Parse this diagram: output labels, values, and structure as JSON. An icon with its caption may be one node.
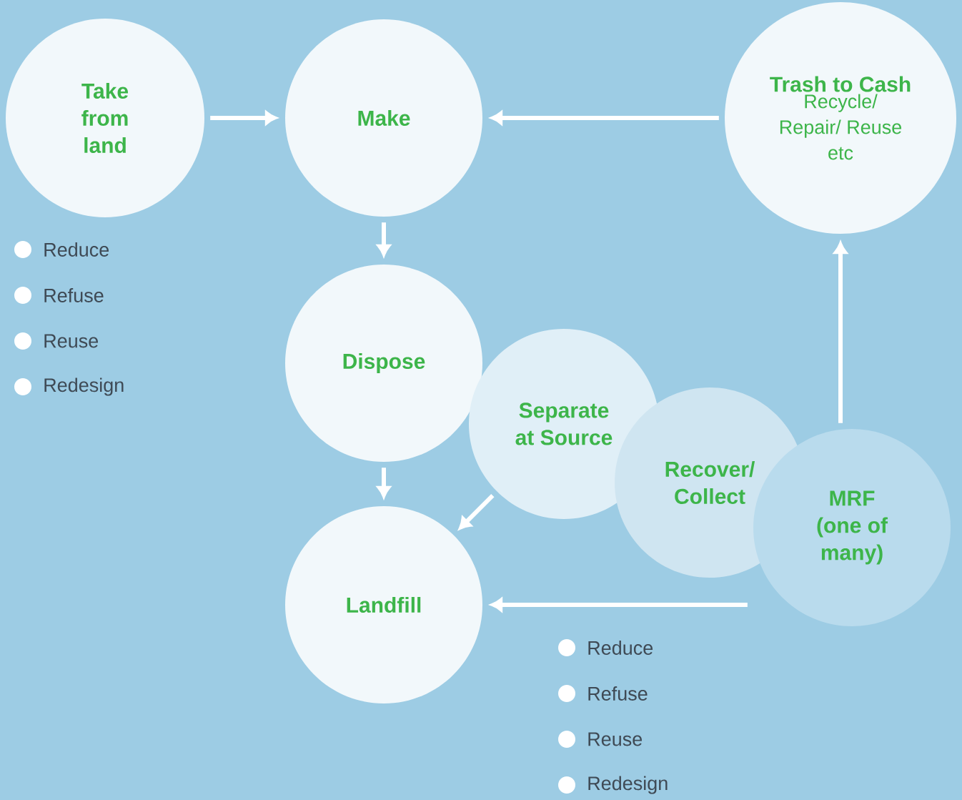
{
  "diagram": {
    "nodes": [
      {
        "text": [
          "Take from land"
        ]
      },
      {
        "text": [
          "Make"
        ]
      },
      {
        "text": [
          "Trash to Cash",
          "Recycle/ Repair/ Reuse etc"
        ]
      },
      {
        "text": [
          "Dispose"
        ]
      },
      {
        "text": [
          "Separate at Source"
        ]
      },
      {
        "text": [
          "Recover/ Collect"
        ]
      },
      {
        "text": [
          "MRF (one of many)"
        ]
      },
      {
        "text": [
          "Landfill"
        ]
      }
    ],
    "edges": [
      {
        "from": 0,
        "to": 1,
        "arrow": "to"
      },
      {
        "from": 2,
        "to": 1,
        "arrow": "to"
      },
      {
        "from": 1,
        "to": 3,
        "arrow": "to"
      },
      {
        "from": 3,
        "to": 7,
        "arrow": "to"
      },
      {
        "from": 4,
        "to": 7,
        "arrow": "to"
      },
      {
        "from": 6,
        "to": 2,
        "arrow": "to"
      },
      {
        "from": 6,
        "to": 7,
        "arrow": "to"
      }
    ],
    "labels": [
      "Reduce",
      "Refuse",
      "Reuse",
      "Redesign",
      "Reduce",
      "Refuse",
      "Reuse",
      "Redesign"
    ]
  }
}
